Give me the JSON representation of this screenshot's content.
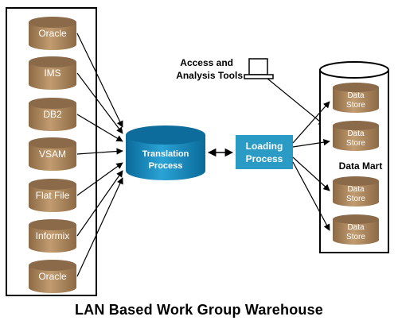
{
  "title": "LAN Based Work Group Warehouse",
  "sources": [
    "Oracle",
    "IMS",
    "DB2",
    "VSAM",
    "Flat File",
    "Informix",
    "Oracle"
  ],
  "translation": {
    "line1": "Translation",
    "line2": "Process"
  },
  "loading": {
    "line1": "Loading",
    "line2": "Process"
  },
  "tools": {
    "line1": "Access and",
    "line2": "Analysis Tools"
  },
  "data_mart": {
    "label": "Data Mart",
    "stores": [
      {
        "line1": "Data",
        "line2": "Store"
      },
      {
        "line1": "Data",
        "line2": "Store"
      },
      {
        "line1": "Data",
        "line2": "Store"
      },
      {
        "line1": "Data",
        "line2": "Store"
      }
    ]
  },
  "colors": {
    "source_body": "#b08b62",
    "source_top": "#8a6a48",
    "translation_body": "#1a8fc4",
    "translation_top": "#0c6f9e",
    "loading_box": "#2a9bc5"
  }
}
